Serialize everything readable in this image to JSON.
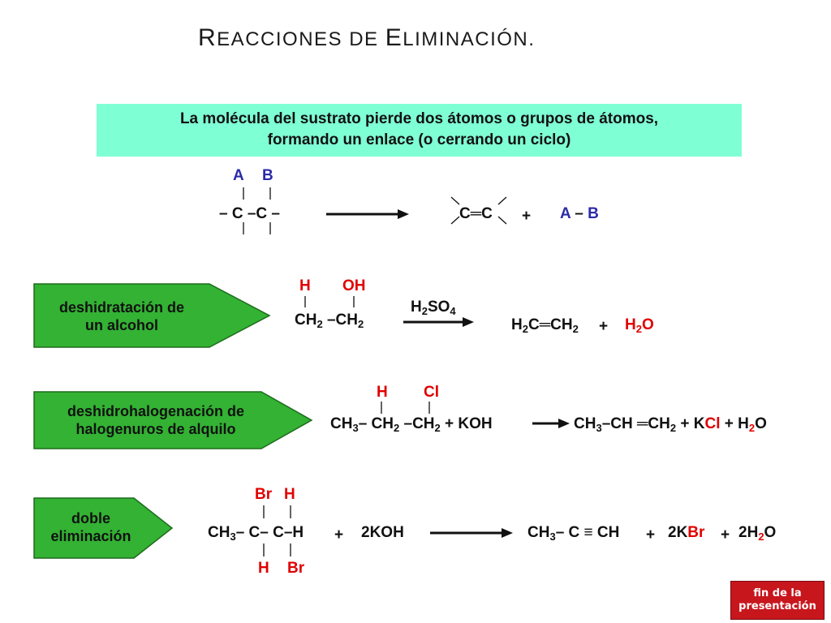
{
  "title_first_letter": "R",
  "title_rest_1": "EACCIONES DE ",
  "title_second_letter": "E",
  "title_rest_2": "LIMINACIÓN.",
  "definition_line1": "La molécula del sustrato pierde dos átomos o grupos de átomos,",
  "definition_line2": "formando un enlace (o cerrando un ciclo)",
  "general": {
    "a": "A",
    "b": "B",
    "reactant": "– C –C –",
    "product": "C═C",
    "plus": "+",
    "byproduct_a": "A",
    "byproduct_dash": " – ",
    "byproduct_b": "B"
  },
  "dehydration": {
    "label_line1": "deshidratación de",
    "label_line2": "un alcohol",
    "h": "H",
    "oh": "OH",
    "reactant_a": "CH",
    "reactant_a_sub": "2",
    "reactant_dash": " –CH",
    "reactant_b_sub": "2",
    "catalyst_a": "H",
    "catalyst_sub1": "2",
    "catalyst_b": "SO",
    "catalyst_sub2": "4",
    "product_a": "H",
    "product_sub1": "2",
    "product_b": "C═CH",
    "product_sub2": "2",
    "plus": "+",
    "water_a": "H",
    "water_sub": "2",
    "water_b": "O"
  },
  "dehydrohalogenation": {
    "label_line1": "deshidrohalogenación de",
    "label_line2": "halogenuros de alquilo",
    "h": "H",
    "cl": "Cl",
    "r1": "CH",
    "r1_sub": "3",
    "r2": "– CH",
    "r2_sub": "2",
    "r3": " –CH",
    "r3_sub": "2",
    "r_plus": " + KOH",
    "p1": "CH",
    "p1_sub": "3",
    "p2": "–CH ═CH",
    "p2_sub": "2",
    "p_plus1": " + K",
    "p_cl": "Cl",
    "p_plus2": " + ",
    "water_a": "H",
    "water_sub": "2",
    "water_b": "O"
  },
  "double": {
    "label_line1": "doble",
    "label_line2": "eliminación",
    "br_top": "Br",
    "h_top": "H",
    "h_bottom": "H",
    "br_bottom": "Br",
    "r1": "CH",
    "r1_sub": "3",
    "r2": "– C– C–H",
    "r_plus": "+",
    "r_koh": "2KOH",
    "p1": "CH",
    "p1_sub": "3",
    "p2": "– C ≡ CH",
    "p_plus1": "+",
    "p_kbr_a": "2K",
    "p_kbr_b": "Br",
    "p_plus2": "+",
    "p_water_coef": "2",
    "water_a": "H",
    "water_sub": "2",
    "water_b": "O"
  },
  "end_button_line1": "fin de la",
  "end_button_line2": "presentación",
  "colors": {
    "definition_box": "#7fffd4",
    "label_arrow": "#33b233",
    "end_button": "#c8161d",
    "accent_red": "#e00000",
    "accent_blue": "#2b2ba8"
  }
}
